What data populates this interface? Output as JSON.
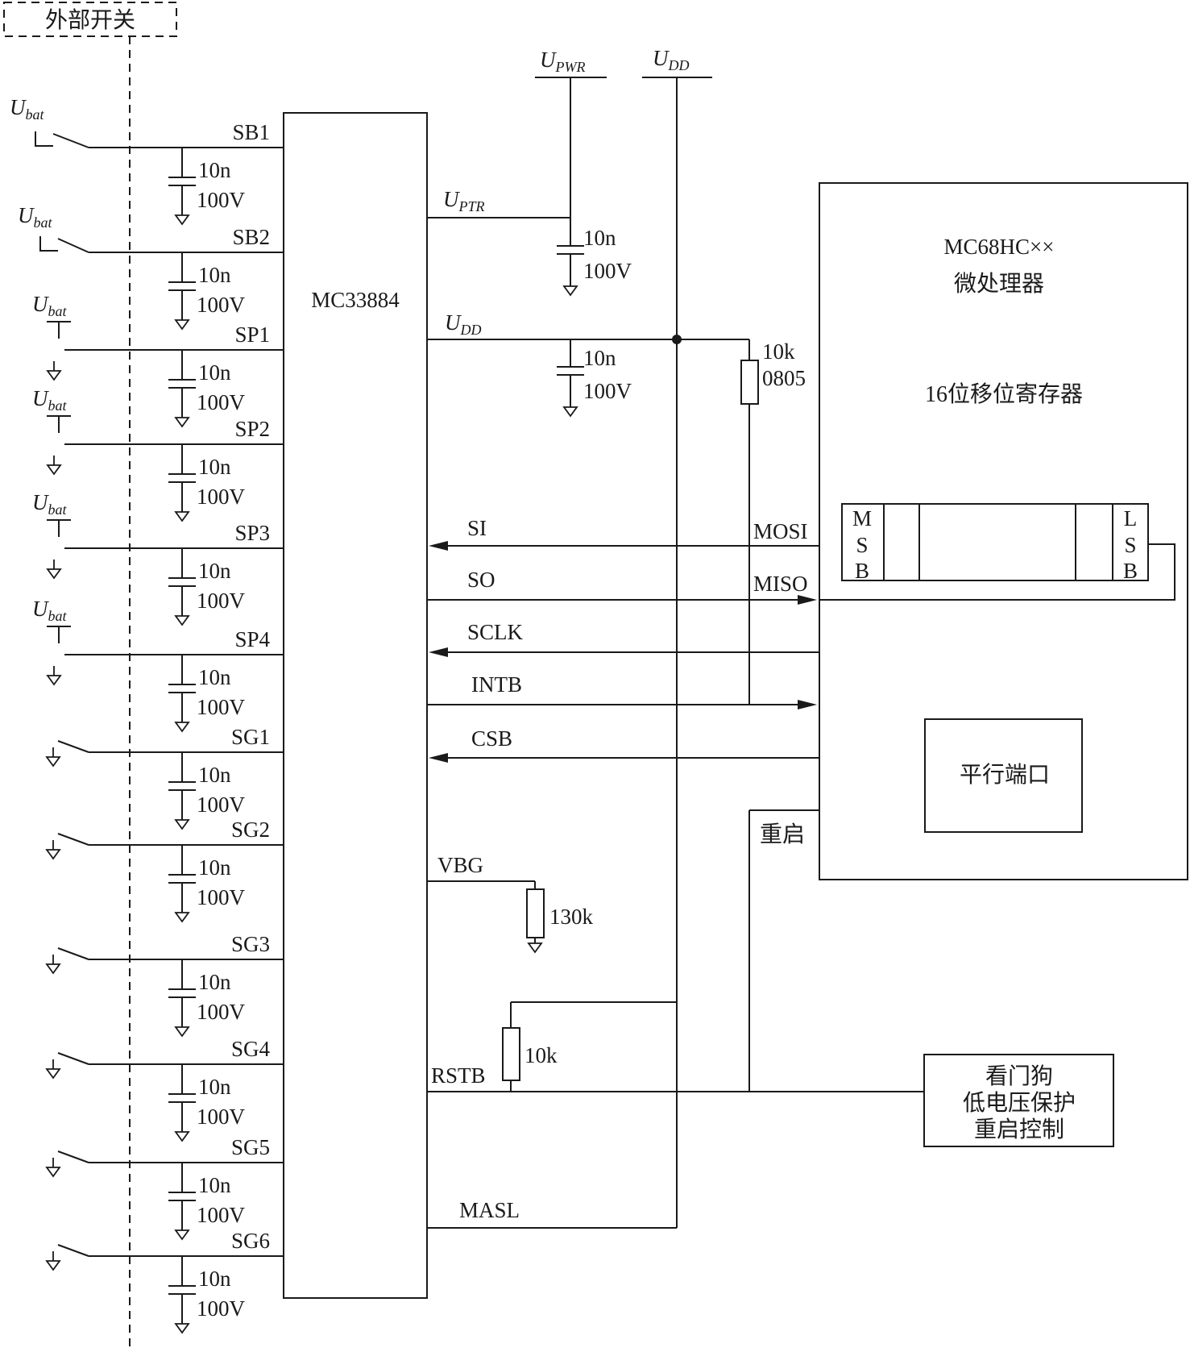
{
  "external_switch_label": "外部开关",
  "ubat": {
    "main": "U",
    "sub": "bat"
  },
  "supplies": {
    "upwr": {
      "main": "U",
      "sub": "PWR"
    },
    "udd_top": {
      "main": "U",
      "sub": "DD"
    },
    "uptr": {
      "main": "U",
      "sub": "PTR"
    },
    "udd": {
      "main": "U",
      "sub": "DD"
    }
  },
  "input_pins": [
    "SB1",
    "SB2",
    "SP1",
    "SP2",
    "SP3",
    "SP4",
    "SG1",
    "SG2",
    "SG3",
    "SG4",
    "SG5",
    "SG6"
  ],
  "input_cap": {
    "value": "10n",
    "voltage": "100V"
  },
  "chip_name": "MC33884",
  "supply_caps": [
    {
      "value": "10n",
      "voltage": "100V"
    },
    {
      "value": "10n",
      "voltage": "100V"
    }
  ],
  "pullup_resistor": {
    "value": "10k",
    "package": "0805"
  },
  "spi_signals": [
    {
      "name": "SI",
      "uc_pin": "MOSI"
    },
    {
      "name": "SO",
      "uc_pin": "MISO"
    },
    {
      "name": "SCLK",
      "uc_pin": ""
    },
    {
      "name": "INTB",
      "uc_pin": ""
    },
    {
      "name": "CSB",
      "uc_pin": ""
    }
  ],
  "vbg": {
    "pin": "VBG",
    "resistor": "130k"
  },
  "rstb": {
    "pin": "RSTB",
    "resistor": "10k"
  },
  "masl": {
    "pin": "MASL"
  },
  "microcontroller": {
    "name": "MC68HC××",
    "subtitle": "微处理器",
    "shift_register": "16位移位寄存器",
    "msb": [
      "M",
      "S",
      "B"
    ],
    "lsb": [
      "L",
      "S",
      "B"
    ],
    "parallel_port": "平行端口",
    "reset_label": "重启"
  },
  "watchdog": {
    "lines": [
      "看门狗",
      "低电压保护",
      "重启控制"
    ]
  }
}
